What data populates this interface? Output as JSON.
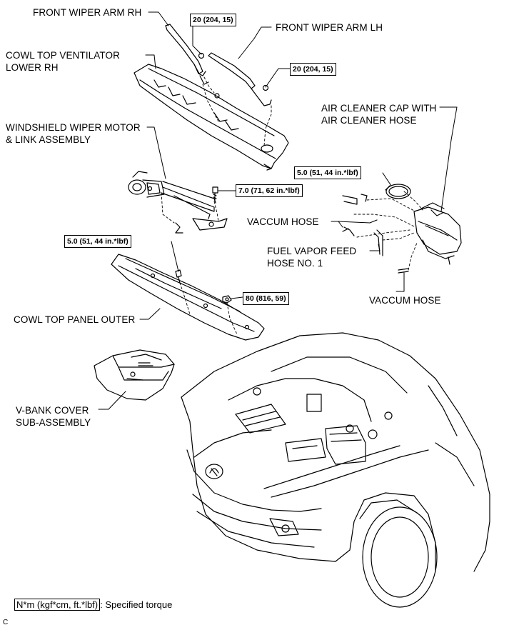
{
  "labels": {
    "front_wiper_arm_rh": "FRONT WIPER ARM RH",
    "front_wiper_arm_lh": "FRONT WIPER ARM LH",
    "cowl_top_ventilator_lower_rh": "COWL TOP VENTILATOR\nLOWER RH",
    "windshield_wiper_motor": "WINDSHIELD WIPER MOTOR\n& LINK ASSEMBLY",
    "air_cleaner_cap": "AIR CLEANER CAP WITH\nAIR CLEANER HOSE",
    "vaccum_hose_upper": "VACCUM HOSE",
    "fuel_vapor_feed_hose": "FUEL VAPOR FEED\nHOSE NO. 1",
    "vaccum_hose_lower": "VACCUM HOSE",
    "cowl_top_panel_outer": "COWL TOP PANEL OUTER",
    "v_bank_cover": "V-BANK COVER\nSUB-ASSEMBLY"
  },
  "torques": {
    "wiper_arm_rh_nut": "20 (204, 15)",
    "wiper_arm_lh_nut": "20 (204, 15)",
    "air_cleaner_clamp": "5.0 (51, 44 in.*lbf)",
    "wiper_motor_bolt": "7.0 (71, 62 in.*lbf)",
    "cowl_panel_bolt": "5.0 (51, 44 in.*lbf)",
    "cowl_panel_nut": "80 (816, 59)"
  },
  "legend": {
    "unit_box": "N*m (kgf*cm, ft.*lbf)",
    "description": ": Specified torque"
  },
  "corner_code": "C"
}
